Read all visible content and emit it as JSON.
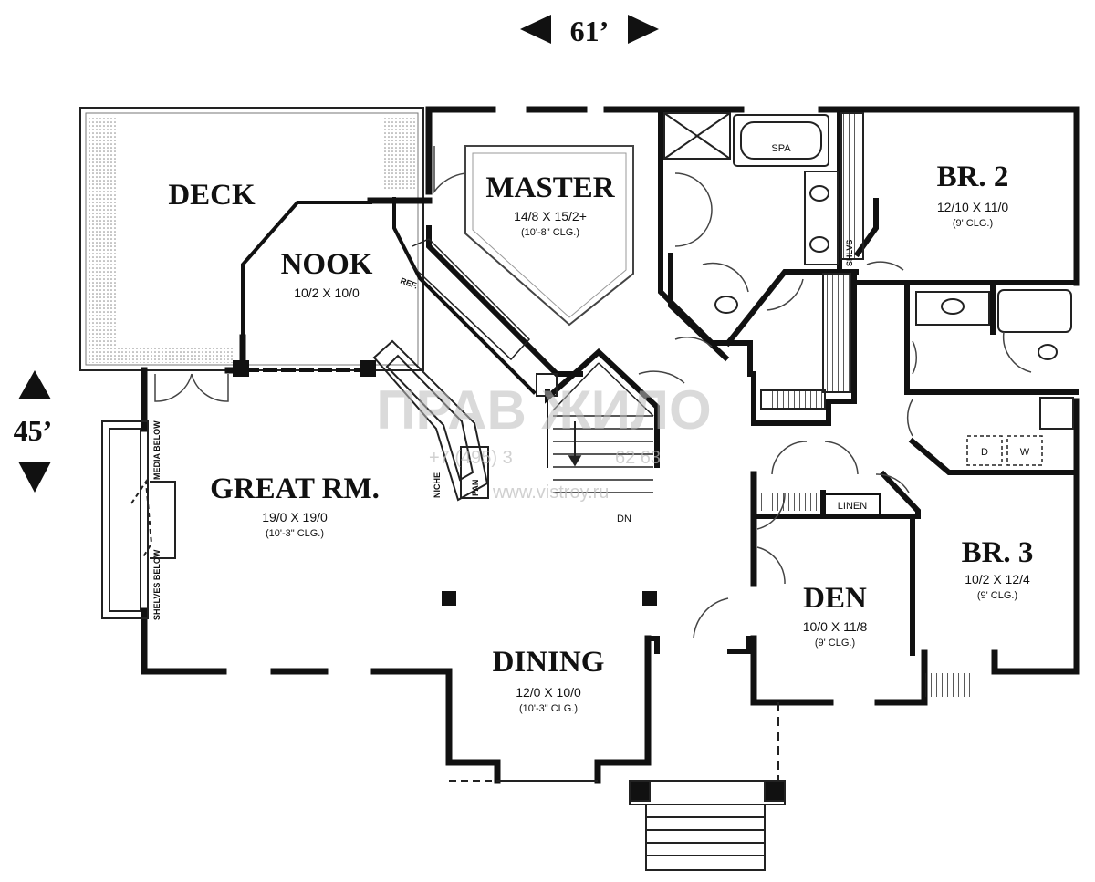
{
  "dimensions": {
    "width_label": "61’",
    "depth_label": "45’"
  },
  "rooms": {
    "deck": {
      "name": "DECK"
    },
    "nook": {
      "name": "NOOK",
      "size": "10/2  X  10/0"
    },
    "master": {
      "name": "MASTER",
      "size": "14/8  X  15/2+",
      "ceiling": "(10'-8\" CLG.)"
    },
    "great_room": {
      "name": "GREAT RM.",
      "size": "19/0  X  19/0",
      "ceiling": "(10'-3\" CLG.)"
    },
    "dining": {
      "name": "DINING",
      "size": "12/0  X  10/0",
      "ceiling": "(10'-3\" CLG.)"
    },
    "den": {
      "name": "DEN",
      "size": "10/0  X  11/8",
      "ceiling": "(9' CLG.)"
    },
    "br2": {
      "name": "BR. 2",
      "size": "12/10  X  11/0",
      "ceiling": "(9' CLG.)"
    },
    "br3": {
      "name": "BR. 3",
      "size": "10/2  X  12/4",
      "ceiling": "(9' CLG.)"
    }
  },
  "fixtures": {
    "spa": "SPA",
    "linen": "LINEN",
    "shelves": "SHLVS",
    "ref": "REF.",
    "pan": "PAN",
    "niche": "NICHE",
    "dn": "DN",
    "dryer": "D",
    "washer": "W",
    "media_below": "MEDIA BELOW",
    "shelves_below": "SHELVES BELOW"
  },
  "watermark": {
    "brand": "ПРАВ ЖИЛО",
    "phone": "+7 (495) 3",
    "phone_tail": "62 63",
    "site": "www.vistroy.ru"
  }
}
